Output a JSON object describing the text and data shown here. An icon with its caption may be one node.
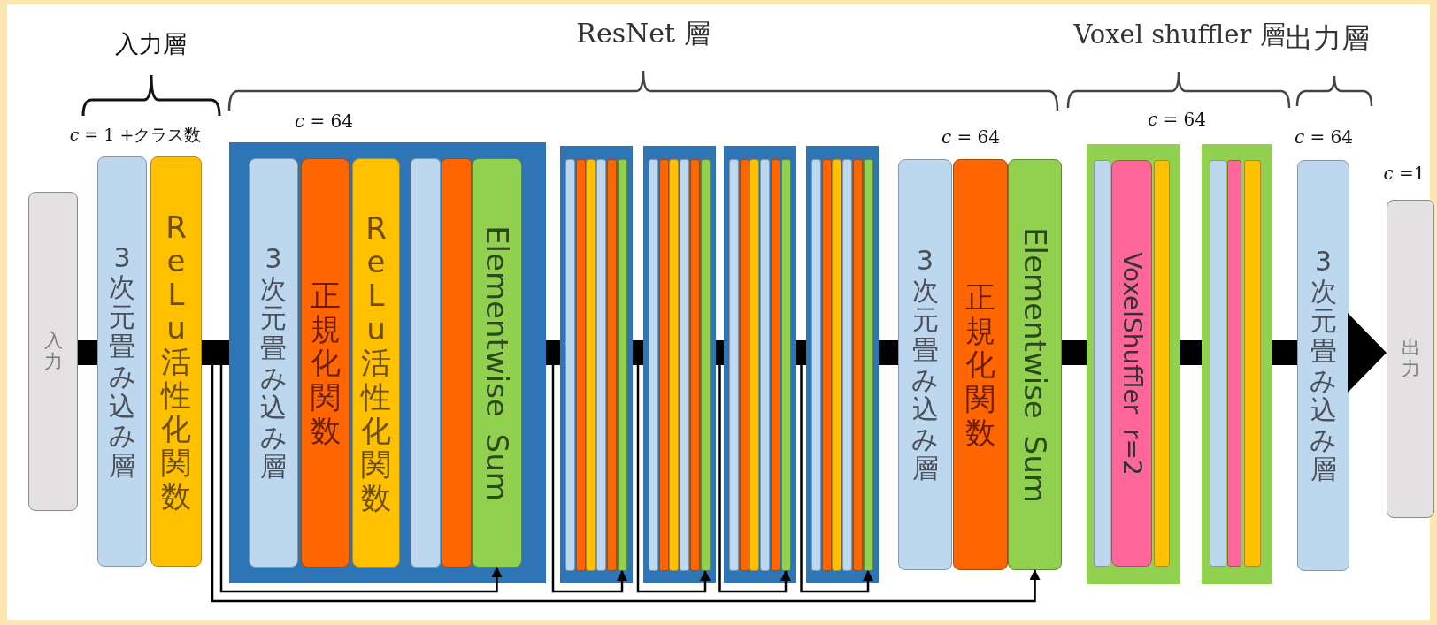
{
  "diagram": {
    "nodes": [
      {
        "text": [
          "入力"
        ]
      },
      {
        "text": [
          "3次元畳み込み層"
        ]
      },
      {
        "text": [
          "ReLu活性化関数"
        ]
      },
      {
        "text": [],
        "shape": "box"
      },
      {
        "text": [
          "3次元畳み込み層"
        ],
        "in": 3
      },
      {
        "text": [
          "正規化関数"
        ],
        "in": 3
      },
      {
        "text": [
          "ReLu活性化関数"
        ],
        "in": 3
      },
      {
        "text": [],
        "shape": "bar",
        "in": 3
      },
      {
        "text": [],
        "shape": "bar",
        "in": 3
      },
      {
        "text": [
          "Elementwise Sum"
        ],
        "in": 3
      },
      {
        "text": [],
        "shape": "box"
      },
      {
        "text": [],
        "shape": "bar",
        "in": 10
      },
      {
        "text": [],
        "shape": "bar",
        "in": 10
      },
      {
        "text": [],
        "shape": "bar",
        "in": 10
      },
      {
        "text": [],
        "shape": "bar",
        "in": 10
      },
      {
        "text": [],
        "shape": "bar",
        "in": 10
      },
      {
        "text": [],
        "shape": "bar",
        "in": 10
      },
      {
        "text": [],
        "shape": "box"
      },
      {
        "text": [],
        "shape": "bar",
        "in": 17
      },
      {
        "text": [],
        "shape": "bar",
        "in": 17
      },
      {
        "text": [],
        "shape": "bar",
        "in": 17
      },
      {
        "text": [],
        "shape": "bar",
        "in": 17
      },
      {
        "text": [],
        "shape": "bar",
        "in": 17
      },
      {
        "text": [],
        "shape": "bar",
        "in": 17
      },
      {
        "text": [],
        "shape": "box"
      },
      {
        "text": [],
        "shape": "bar",
        "in": 24
      },
      {
        "text": [],
        "shape": "bar",
        "in": 24
      },
      {
        "text": [],
        "shape": "bar",
        "in": 24
      },
      {
        "text": [],
        "shape": "bar",
        "in": 24
      },
      {
        "text": [],
        "shape": "bar",
        "in": 24
      },
      {
        "text": [],
        "shape": "bar",
        "in": 24
      },
      {
        "text": [],
        "shape": "box"
      },
      {
        "text": [],
        "shape": "bar",
        "in": 31
      },
      {
        "text": [],
        "shape": "bar",
        "in": 31
      },
      {
        "text": [],
        "shape": "bar",
        "in": 31
      },
      {
        "text": [],
        "shape": "bar",
        "in": 31
      },
      {
        "text": [],
        "shape": "bar",
        "in": 31
      },
      {
        "text": [],
        "shape": "bar",
        "in": 31
      },
      {
        "text": [
          "3次元畳み込み層"
        ]
      },
      {
        "text": [
          "正規化関数"
        ]
      },
      {
        "text": [
          "Elementwise Sum"
        ]
      },
      {
        "text": [],
        "shape": "box"
      },
      {
        "text": [],
        "shape": "bar",
        "in": 41
      },
      {
        "text": [
          "VoxelShuffler r=2"
        ],
        "in": 41
      },
      {
        "text": [],
        "shape": "bar",
        "in": 41
      },
      {
        "text": [],
        "shape": "box"
      },
      {
        "text": [],
        "shape": "bar",
        "in": 45
      },
      {
        "text": [],
        "shape": "bar",
        "in": 45
      },
      {
        "text": [],
        "shape": "bar",
        "in": 45
      },
      {
        "text": [
          "3次元畳み込み層"
        ]
      },
      {
        "text": [
          "出力"
        ]
      }
    ],
    "edges": [
      {
        "from": 0,
        "to": 1,
        "arrow": "none"
      },
      {
        "from": 2,
        "to": 3,
        "arrow": "none"
      },
      {
        "from": 3,
        "to": 10,
        "arrow": "none"
      },
      {
        "from": 10,
        "to": 17,
        "arrow": "none"
      },
      {
        "from": 17,
        "to": 24,
        "arrow": "none"
      },
      {
        "from": 24,
        "to": 31,
        "arrow": "none"
      },
      {
        "from": 31,
        "to": 38,
        "arrow": "none"
      },
      {
        "from": 40,
        "to": 41,
        "arrow": "none"
      },
      {
        "from": 41,
        "to": 45,
        "arrow": "none"
      },
      {
        "from": 45,
        "to": 49,
        "arrow": "none"
      },
      {
        "from": 49,
        "to": 50,
        "arrow": "to"
      },
      {
        "from": 2,
        "to": 9,
        "arrow": "to"
      },
      {
        "from": 2,
        "to": 40,
        "arrow": "to"
      },
      {
        "from": 3,
        "to": 16,
        "arrow": "to"
      },
      {
        "from": 10,
        "to": 23,
        "arrow": "to"
      },
      {
        "from": 17,
        "to": 30,
        "arrow": "to"
      },
      {
        "from": 24,
        "to": 37,
        "arrow": "to"
      }
    ],
    "labels": [
      "入力層",
      "ResNet 層",
      "Voxel shuffler 層",
      "出力層",
      "*c* = 64",
      "*c* = 64",
      "*c* = 1 +クラス数",
      "*c* = 64",
      "*c* = 64",
      "*c* =1"
    ]
  }
}
